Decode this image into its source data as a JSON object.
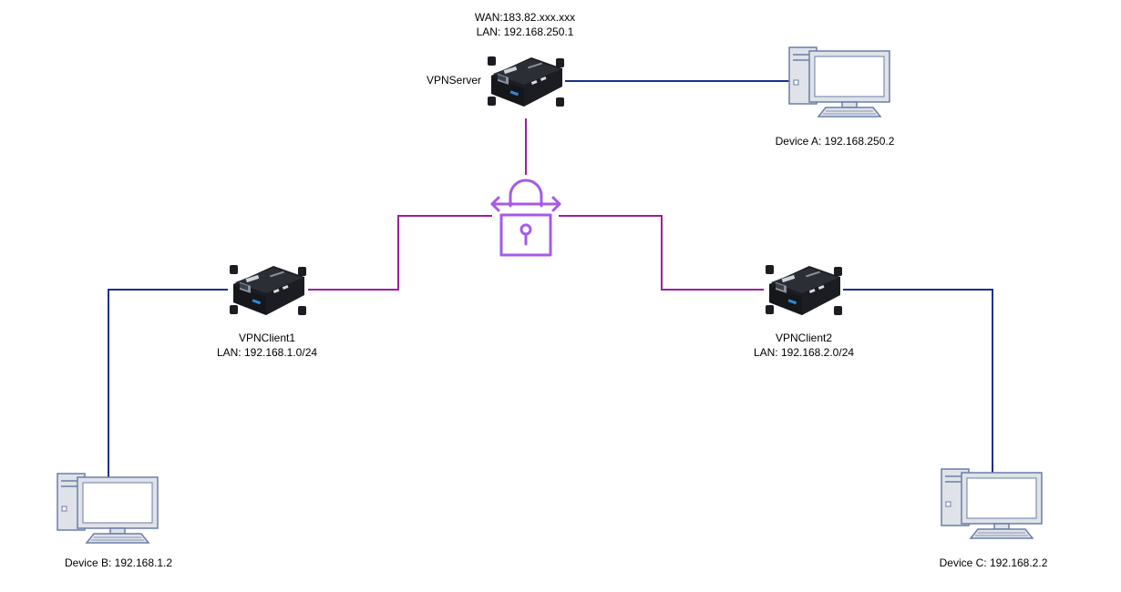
{
  "colors": {
    "lan_link": "#1a2f8f",
    "vpn_link": "#9c1e9c",
    "lock": "#a55ae8",
    "router_body": "#1b1d22",
    "pc_border": "#6a7ea8",
    "pc_fill": "#dfe2e8"
  },
  "server": {
    "wan": "WAN:183.82.xxx.xxx",
    "lan": "LAN: 192.168.250.1",
    "name": "VPNServer"
  },
  "client1": {
    "name": "VPNClient1",
    "lan": "LAN: 192.168.1.0/24"
  },
  "client2": {
    "name": "VPNClient2",
    "lan": "LAN: 192.168.2.0/24"
  },
  "devices": {
    "a": "Device A: 192.168.250.2",
    "b": "Device B: 192.168.1.2",
    "c": "Device C: 192.168.2.2"
  },
  "icons": {
    "router": "router-icon",
    "computer": "computer-icon",
    "lock": "vpn-lock-icon"
  }
}
